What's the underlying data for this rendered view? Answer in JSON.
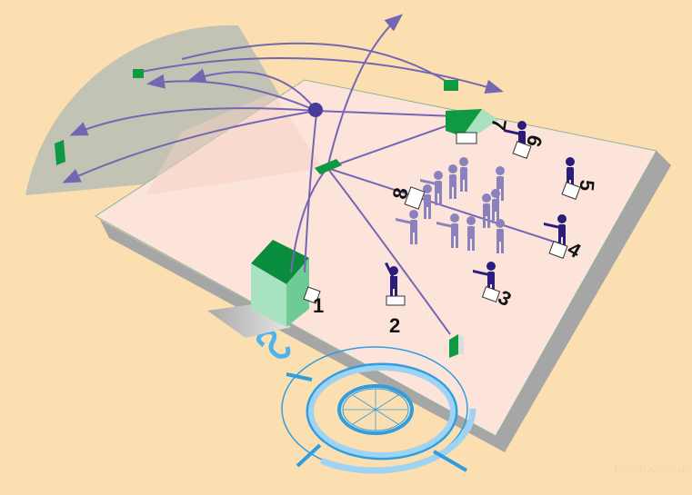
{
  "labels": {
    "n1": "1",
    "n2": "2",
    "n3": "3",
    "n4": "4",
    "n5": "5",
    "n6": "6",
    "n7": "7",
    "n8": "8"
  },
  "watermark": "board.com.ua",
  "colors": {
    "background": "#fbdfb1",
    "plane": "#fde4da",
    "sector": "#b9beb6",
    "path": "#7466b3",
    "figure_dark": "#2b1d7c",
    "figure_light": "#8a82bd",
    "device_green": "#0e9a43",
    "compass": "#2f9ee0"
  }
}
